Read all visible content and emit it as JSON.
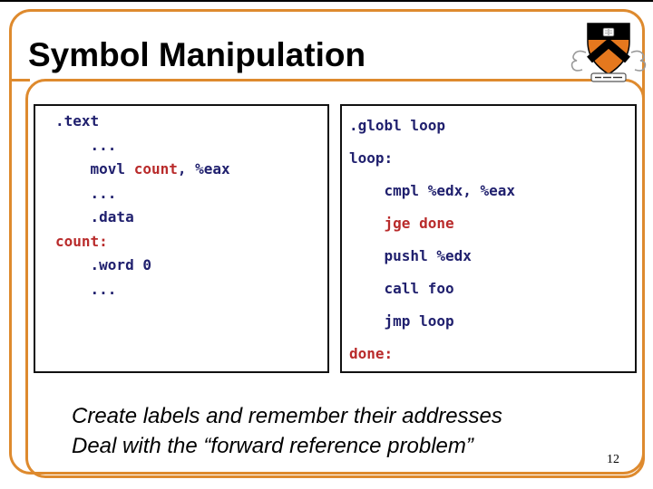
{
  "colors": {
    "accent": "#DE8A2E",
    "code_blue": "#20206E",
    "code_red": "#B92B2B",
    "frame_top_edge": "#000000",
    "code_box_border": "#111111"
  },
  "slide": {
    "title": "Symbol Manipulation",
    "page_number": "12",
    "footer": {
      "line1": "Create labels and remember their addresses",
      "line2": "Deal with the “forward reference problem”"
    },
    "logo": {
      "name": "princeton-university-shield"
    },
    "code_boxes": [
      {
        "id": "left",
        "lines": [
          {
            "segments": [
              {
                "color": "blue",
                "text": ".text"
              }
            ]
          },
          {
            "segments": [
              {
                "color": "blue",
                "text": "    ..."
              }
            ]
          },
          {
            "segments": [
              {
                "color": "blue",
                "text": "    movl "
              },
              {
                "color": "red",
                "text": "count"
              },
              {
                "color": "blue",
                "text": ", %eax"
              }
            ]
          },
          {
            "segments": [
              {
                "color": "blue",
                "text": "    ..."
              }
            ]
          },
          {
            "segments": [
              {
                "color": "blue",
                "text": "    .data"
              }
            ]
          },
          {
            "segments": [
              {
                "color": "red",
                "text": "count:"
              }
            ]
          },
          {
            "segments": [
              {
                "color": "blue",
                "text": "    .word 0"
              }
            ]
          },
          {
            "segments": [
              {
                "color": "blue",
                "text": "    ..."
              }
            ]
          }
        ]
      },
      {
        "id": "right",
        "lines": [
          {
            "segments": [
              {
                "color": "blue",
                "text": ".globl loop"
              }
            ]
          },
          {
            "segments": [
              {
                "color": "blue",
                "text": "loop:"
              }
            ]
          },
          {
            "segments": [
              {
                "color": "blue",
                "text": "    cmpl %edx, %eax"
              }
            ]
          },
          {
            "segments": [
              {
                "color": "red",
                "text": "    jge done"
              }
            ]
          },
          {
            "segments": [
              {
                "color": "blue",
                "text": "    pushl %edx"
              }
            ]
          },
          {
            "segments": [
              {
                "color": "blue",
                "text": "    call foo"
              }
            ]
          },
          {
            "segments": [
              {
                "color": "blue",
                "text": "    jmp loop"
              }
            ]
          },
          {
            "segments": [
              {
                "color": "red",
                "text": "done:"
              }
            ]
          }
        ]
      }
    ]
  }
}
